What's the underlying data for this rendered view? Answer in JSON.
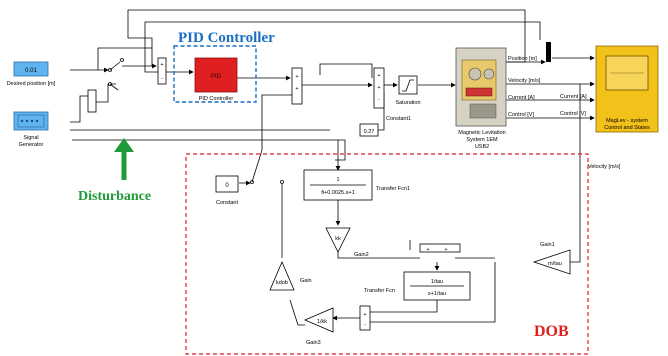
{
  "annotations": {
    "pid_title": "PID Controller",
    "disturbance": "Disturbance",
    "dob": "DOB"
  },
  "blocks": {
    "desired_position": {
      "value": "0.01",
      "label": "Desired position [m]"
    },
    "signal_generator": {
      "label_line1": "Signal",
      "label_line2": "Generator"
    },
    "pid": {
      "inner": "PID",
      "label": "PID Controller"
    },
    "saturation": {
      "label": "Saturation"
    },
    "constant1": {
      "value": "0.27",
      "label": "Constant1"
    },
    "constant": {
      "value": "0",
      "label": "Constant"
    },
    "maglev_plant": {
      "line1": "Magnetic Levitation",
      "line2": "System 1EM",
      "line3": "USB2",
      "ports": [
        "Position [m]",
        "Velocity [m/s]",
        "Current [A]",
        "Control [V]"
      ]
    },
    "scope": {
      "line1": "MagLev - system",
      "line2": "Control and States",
      "ports": [
        "Current [A]",
        "Control [V]"
      ]
    },
    "transfer_fcn1": {
      "num": "1",
      "den": "fi+0.0025.s+1",
      "label": "Transfer Fcn1"
    },
    "transfer_fcn": {
      "num": "1/tau",
      "den": "s+1/tau",
      "label": "Transfer Fcn"
    },
    "gain": {
      "value": "kdob",
      "label": "Gain"
    },
    "gain1": {
      "value": "m/tau",
      "label": "Gain1"
    },
    "gain2": {
      "value": "kk",
      "label": "Gain2"
    },
    "gain3": {
      "value": "1/kk",
      "label": "Gain3"
    },
    "velocity_tap": {
      "label": "Velocity [m/s]"
    }
  },
  "colors": {
    "pid_box_border": "#1a6fc1",
    "pid_title": "#1a6fc1",
    "pid_block": "#e02020",
    "dob_border": "#e02020",
    "dob_label": "#e02020",
    "disturbance": "#1e9a3a",
    "source_block": "#5fb4f0",
    "scope_block": "#f3c21a"
  }
}
